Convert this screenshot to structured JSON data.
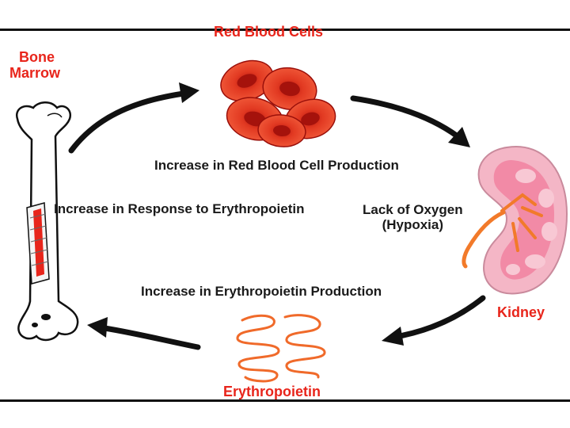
{
  "labels": {
    "red_blood_cells": "Red Blood Cells",
    "bone_marrow_line1": "Bone",
    "bone_marrow_line2": "Marrow",
    "kidney": "Kidney",
    "erythropoietin": "Erythropoietin",
    "increase_rbc_production": "Increase in Red Blood Cell Production",
    "increase_response": "Increase in Response to Erythropoietin",
    "lack_of_oxygen_line1": "Lack of Oxygen",
    "lack_of_oxygen_line2": "(Hypoxia)",
    "increase_epo_production": "Increase in Erythropoietin Production"
  },
  "colors": {
    "accent_red": "#e8251b",
    "text_dark": "#1a1a1a",
    "arrow": "#111111",
    "rbc_fill": "#e8321f",
    "rbc_dark": "#a5120c",
    "kidney_fill": "#f4b6c6",
    "kidney_inner": "#f07a9a",
    "kidney_vessel": "#f27a2a",
    "epo_strand": "#f06a2a"
  }
}
